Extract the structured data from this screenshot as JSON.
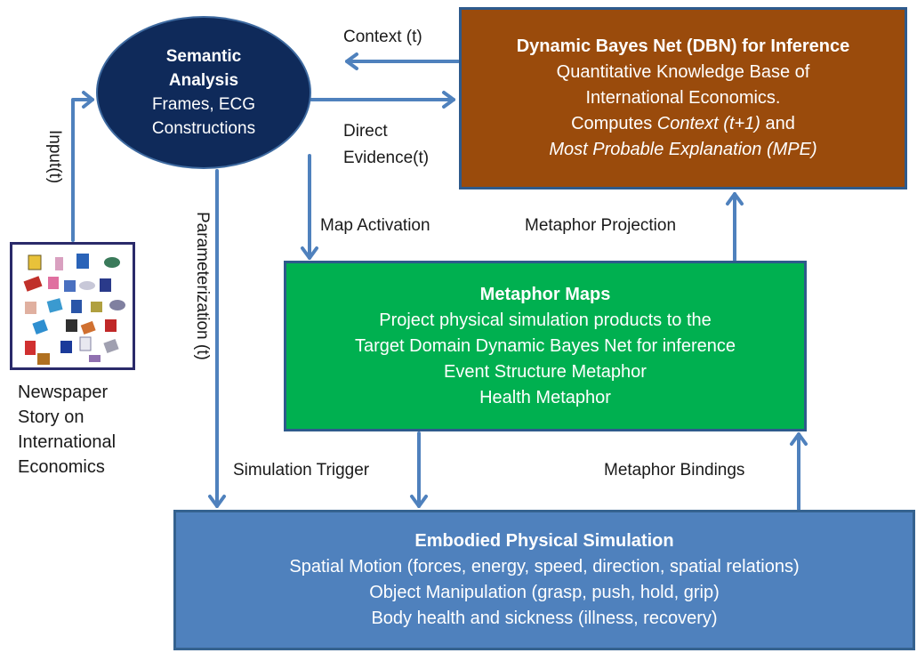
{
  "semantic_analysis": {
    "title_line1": "Semantic",
    "title_line2": "Analysis",
    "line3": "Frames, ECG",
    "line4": "Constructions"
  },
  "dbn": {
    "title": "Dynamic  Bayes  Net (DBN) for Inference",
    "line2": "Quantitative  Knowledge Base of",
    "line3": "International Economics.",
    "line4_prefix": "Computes ",
    "line4_italic": "Context (t+1)",
    "line4_suffix": " and",
    "line5": "Most Probable Explanation (MPE)"
  },
  "metaphor_maps": {
    "title": "Metaphor Maps",
    "line2": "Project physical simulation products to the",
    "line3": "Target Domain Dynamic Bayes Net for inference",
    "line4": "Event Structure Metaphor",
    "line5": "Health Metaphor"
  },
  "simulation": {
    "title": "Embodied Physical Simulation",
    "line2": "Spatial Motion (forces, energy, speed, direction, spatial relations)",
    "line3": "Object Manipulation (grasp, push, hold, grip)",
    "line4": "Body health and sickness (illness, recovery)"
  },
  "newspaper": {
    "line1": "Newspaper",
    "line2": "Story  on",
    "line3": "International",
    "line4": "Economics"
  },
  "labels": {
    "context": "Context (t)",
    "direct": "Direct",
    "evidence": "Evidence(t)",
    "map_activation": "Map Activation",
    "metaphor_projection": "Metaphor Projection",
    "simulation_trigger": "Simulation Trigger",
    "metaphor_bindings": "Metaphor Bindings",
    "input": "Input(t)",
    "parameterization": "Parameterization (t)"
  },
  "colors": {
    "arrow": "#4f81bd",
    "ellipse": "#0f2a5a",
    "dbn": "#9a4b0c",
    "maps": "#00b050",
    "simulation": "#4f81bd"
  }
}
